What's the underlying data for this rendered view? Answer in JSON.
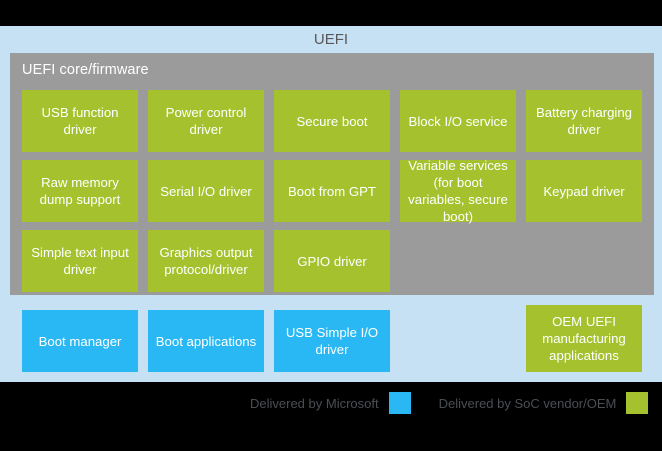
{
  "diagram": {
    "title": "UEFI",
    "core_panel_title": "UEFI core/firmware",
    "colors": {
      "panel_background": "#c6e0f4",
      "core_panel": "#9b9b9b",
      "microsoft_blue": "#29b8f3",
      "soc_oem_green": "#a5c22e",
      "page_background": "#000000",
      "title_text": "#595959",
      "legend_text": "#4a4f55"
    }
  },
  "core_boxes": [
    {
      "label": "USB function driver",
      "color": "green",
      "row": 1,
      "col": 1
    },
    {
      "label": "Power control driver",
      "color": "green",
      "row": 1,
      "col": 2
    },
    {
      "label": "Secure boot",
      "color": "green",
      "row": 1,
      "col": 3
    },
    {
      "label": "Block I/O service",
      "color": "green",
      "row": 1,
      "col": 4
    },
    {
      "label": "Battery charging driver",
      "color": "green",
      "row": 1,
      "col": 5
    },
    {
      "label": "Raw memory dump support",
      "color": "green",
      "row": 2,
      "col": 1
    },
    {
      "label": "Serial I/O driver",
      "color": "green",
      "row": 2,
      "col": 2
    },
    {
      "label": "Boot from GPT",
      "color": "green",
      "row": 2,
      "col": 3
    },
    {
      "label": "Variable services (for boot variables, secure boot)",
      "color": "green",
      "row": 2,
      "col": 4
    },
    {
      "label": "Keypad driver",
      "color": "green",
      "row": 2,
      "col": 5
    },
    {
      "label": "Simple text input driver",
      "color": "green",
      "row": 3,
      "col": 1
    },
    {
      "label": "Graphics output protocol/driver",
      "color": "green",
      "row": 3,
      "col": 2
    },
    {
      "label": "GPIO driver",
      "color": "green",
      "row": 3,
      "col": 3
    }
  ],
  "bottom_boxes": [
    {
      "label": "Boot manager",
      "color": "blue",
      "col": 1
    },
    {
      "label": "Boot applications",
      "color": "blue",
      "col": 2
    },
    {
      "label": "USB Simple I/O driver",
      "color": "blue",
      "col": 3
    },
    {
      "label": "OEM UEFI manufacturing applications",
      "color": "green",
      "col": 5
    }
  ],
  "legend": [
    {
      "label": "Delivered by Microsoft",
      "swatch": "#29b8f3"
    },
    {
      "label": "Delivered by SoC vendor/OEM",
      "swatch": "#a5c22e"
    }
  ]
}
